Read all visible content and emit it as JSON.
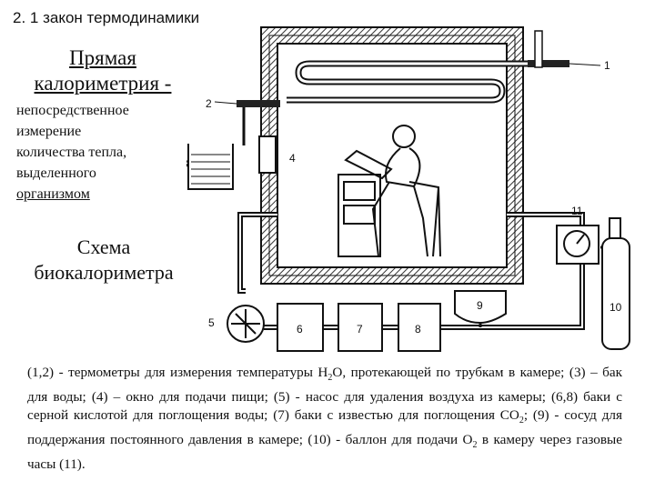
{
  "slide_title": "2. 1 закон термодинамики",
  "heading": {
    "line1": "Прямая",
    "line2": "калориметрия -"
  },
  "definition": {
    "line1": "непосредственное",
    "line2": "измерение",
    "line3": "количества тепла,",
    "line4": "выделенного",
    "line5": "организмом "
  },
  "scheme": {
    "line1": "Схема",
    "line2": "биокалориметра"
  },
  "diagram_labels": {
    "l1": "1",
    "l2": "2",
    "l3": "3",
    "l4": "4",
    "l5": "5",
    "l6": "6",
    "l7": "7",
    "l8": "8",
    "l9": "9",
    "l10": "10",
    "l11": "11"
  },
  "caption": {
    "p1": "(1,2) - термометры для измерения температуры Н",
    "sub1": "2",
    "p2": "О, протекающей по трубкам в камере; (3) – бак для воды; (4) – окно для подачи пищи; (5) - насос для удаления воздуха из камеры; (6,8) баки с серной кислотой для поглощения воды; (7) баки с известью для поглощения СО",
    "sub2": "2",
    "p3": "; (9) - сосуд для поддержания постоянного давления в камере; (10) - баллон для подачи О",
    "sub3": "2",
    "p4": " в камеру через газовые часы (11)."
  }
}
